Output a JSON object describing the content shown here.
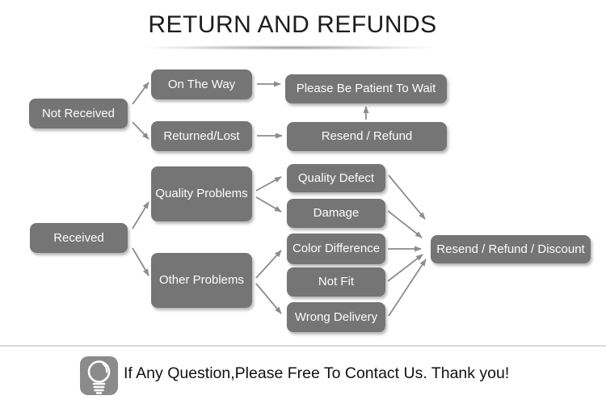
{
  "title": "RETURN AND REFUNDS",
  "colors": {
    "box": "#757575",
    "arrow": "#8c8c8c",
    "divider": "#d9d9d9",
    "iconbg": "#8b8b8b",
    "titletext": "#1c1c1c"
  },
  "nodes": {
    "not_received": {
      "label": "Not Received"
    },
    "on_the_way": {
      "label": "On The Way"
    },
    "returned_lost": {
      "label": "Returned/Lost"
    },
    "please_wait": {
      "label": "Please Be Patient To Wait"
    },
    "resend_refund": {
      "label": "Resend / Refund"
    },
    "received": {
      "label": "Received"
    },
    "quality_problems": {
      "label": "Quality Problems"
    },
    "other_problems": {
      "label": "Other Problems"
    },
    "quality_defect": {
      "label": "Quality Defect"
    },
    "damage": {
      "label": "Damage"
    },
    "color_difference": {
      "label": "Color Difference"
    },
    "not_fit": {
      "label": "Not Fit"
    },
    "wrong_delivery": {
      "label": "Wrong Delivery"
    },
    "resend_refund_discount": {
      "label": "Resend / Refund / Discount"
    }
  },
  "edges": [
    {
      "from": "not_received",
      "to": "on_the_way"
    },
    {
      "from": "not_received",
      "to": "returned_lost"
    },
    {
      "from": "on_the_way",
      "to": "please_wait"
    },
    {
      "from": "returned_lost",
      "to": "resend_refund"
    },
    {
      "from": "resend_refund",
      "to": "please_wait"
    },
    {
      "from": "received",
      "to": "quality_problems"
    },
    {
      "from": "received",
      "to": "other_problems"
    },
    {
      "from": "quality_problems",
      "to": "quality_defect"
    },
    {
      "from": "quality_problems",
      "to": "damage"
    },
    {
      "from": "other_problems",
      "to": "color_difference"
    },
    {
      "from": "other_problems",
      "to": "wrong_delivery"
    },
    {
      "from": "quality_defect",
      "to": "resend_refund_discount"
    },
    {
      "from": "damage",
      "to": "resend_refund_discount"
    },
    {
      "from": "color_difference",
      "to": "resend_refund_discount"
    },
    {
      "from": "not_fit",
      "to": "resend_refund_discount"
    },
    {
      "from": "wrong_delivery",
      "to": "resend_refund_discount"
    }
  ],
  "footer": {
    "icon": "light-bulb-icon",
    "message": "If Any Question,Please Free To Contact Us. Thank you!"
  }
}
